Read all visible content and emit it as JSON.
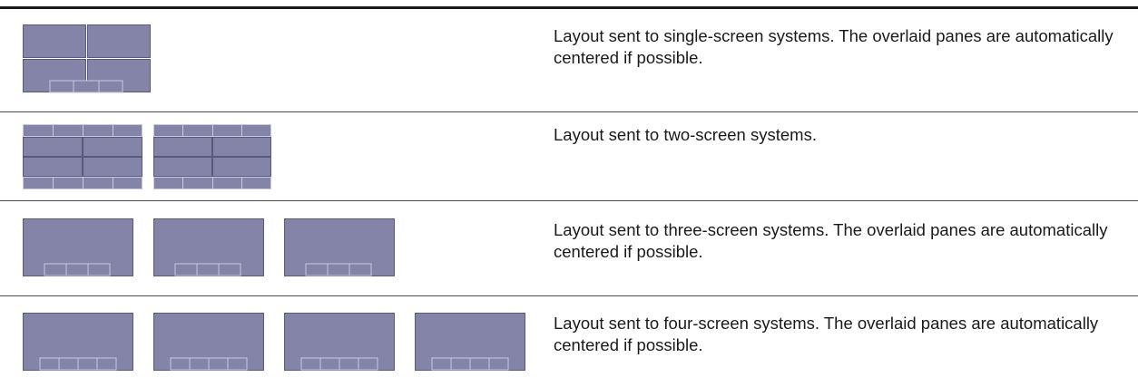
{
  "rows": [
    {
      "screens": 1,
      "layout": "2x2-with-overlay",
      "description": "Layout sent to single-screen systems. The overlaid panes are automatically centered if possible."
    },
    {
      "screens": 2,
      "layout": "strip-grid-strip",
      "description": "Layout sent to two-screen systems."
    },
    {
      "screens": 3,
      "layout": "full-with-overlay",
      "description": "Layout sent to three-screen systems. The overlaid panes are automatically centered if possible."
    },
    {
      "screens": 4,
      "layout": "full-with-overlay",
      "description": "Layout sent to four-screen systems. The overlaid panes are automatically centered if possible."
    }
  ],
  "colors": {
    "pane": "#8484a8",
    "pane_border": "#5a5a7a",
    "highlight": "#c8c8e0",
    "rule": "#1a1a1a"
  }
}
